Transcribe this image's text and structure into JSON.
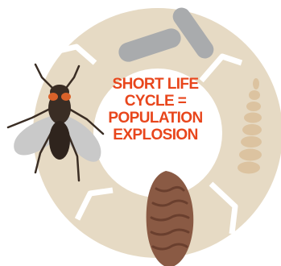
{
  "center_caption": {
    "line1": "SHORT LIFE",
    "line2": "CYCLE =",
    "line3": "POPULATION",
    "line4": "EXPLOSION"
  },
  "stages": [
    "egg",
    "larva",
    "pupa",
    "adult-fly"
  ],
  "colors": {
    "ring": "#e6dac4",
    "ring_stroke": "#ffffff",
    "caption": "#e8461c",
    "egg": "#a9abad",
    "larva": "#dcc3a0",
    "pupa": "#8a5a44",
    "fly_body": "#3a2d24",
    "fly_wing": "#c9c9c9",
    "fly_eye": "#d9622a"
  }
}
